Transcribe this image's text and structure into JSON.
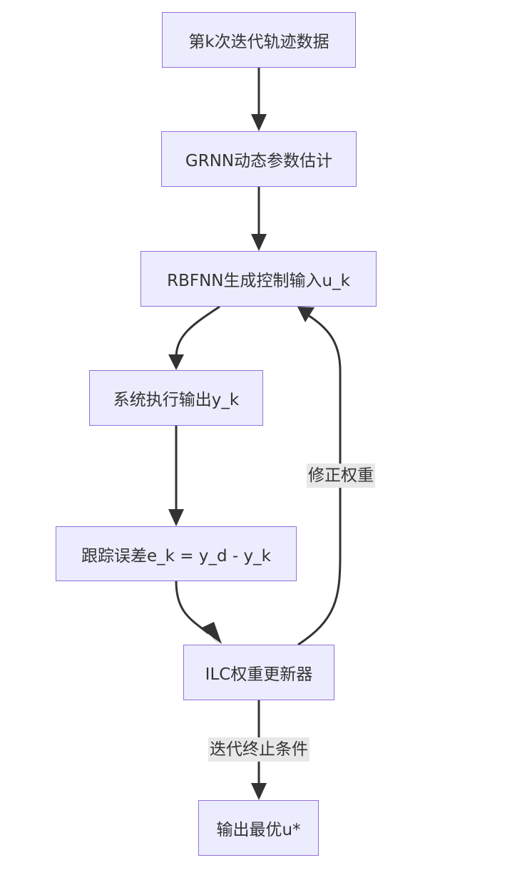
{
  "diagram": {
    "type": "flowchart",
    "direction": "top-down",
    "colors": {
      "node_fill": "#ececff",
      "node_border": "#9370db",
      "edge": "#333333",
      "text": "#333333",
      "label_bg": "#e8e8e8"
    },
    "nodes": [
      {
        "id": "A",
        "label": "第k次迭代轨迹数据"
      },
      {
        "id": "B",
        "label": "GRNN动态参数估计"
      },
      {
        "id": "C",
        "label": "RBFNN生成控制输入u_k"
      },
      {
        "id": "D",
        "label": "系统执行输出y_k"
      },
      {
        "id": "E",
        "label": "跟踪误差e_k = y_d - y_k"
      },
      {
        "id": "F",
        "label": "ILC权重更新器"
      },
      {
        "id": "G",
        "label": "输出最优u*"
      }
    ],
    "edges": [
      {
        "from": "A",
        "to": "B",
        "label": ""
      },
      {
        "from": "B",
        "to": "C",
        "label": ""
      },
      {
        "from": "C",
        "to": "D",
        "label": ""
      },
      {
        "from": "D",
        "to": "E",
        "label": ""
      },
      {
        "from": "E",
        "to": "F",
        "label": ""
      },
      {
        "from": "F",
        "to": "C",
        "label": "修正权重"
      },
      {
        "from": "F",
        "to": "G",
        "label": "迭代终止条件"
      }
    ]
  }
}
